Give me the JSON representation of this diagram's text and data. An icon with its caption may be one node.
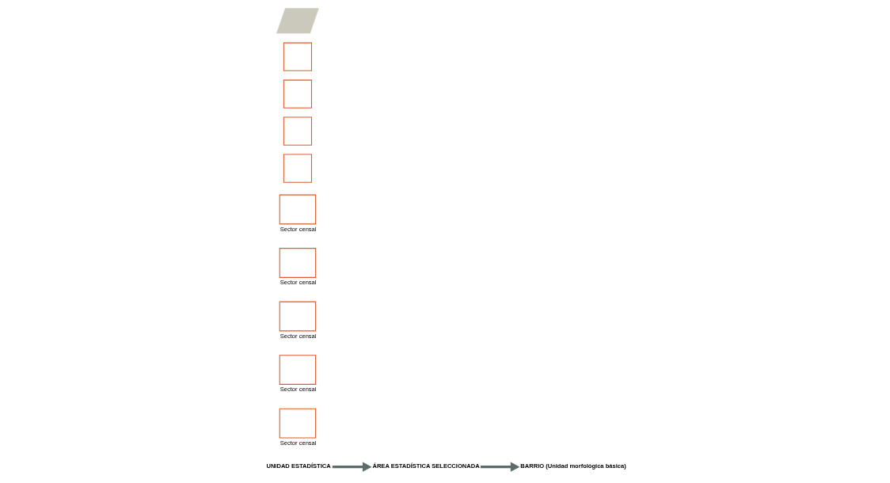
{
  "diagram": {
    "nodes": [
      {
        "text": [
          "UNIDAD ESTADÍSTICA"
        ]
      },
      {
        "text": [],
        "shape": "box",
        "beside": [
          "Sector censal"
        ]
      },
      {
        "text": [
          "ÁREA ESTADÍSTICA SELECCIONADA"
        ]
      },
      {
        "text": [],
        "shape": "box",
        "beside": [
          "Sector censal"
        ]
      },
      {
        "text": [],
        "shape": "box",
        "beside": [
          "Sector censal"
        ]
      },
      {
        "text": [],
        "shape": "box",
        "beside": [
          "Sector censal"
        ]
      },
      {
        "text": [],
        "shape": "box",
        "beside": [
          "Sector censal"
        ]
      },
      {
        "text": [
          "BARRIO (Unidad morfológica básica)"
        ]
      },
      {
        "text": [],
        "shape": "box"
      },
      {
        "text": [],
        "shape": "box"
      },
      {
        "text": [],
        "shape": "box"
      },
      {
        "text": [],
        "shape": "box"
      },
      {
        "text": [],
        "shape": "parallelogram"
      }
    ],
    "edges": [
      {
        "from": 0,
        "to": 2,
        "arrow": "to"
      },
      {
        "from": 2,
        "to": 7,
        "arrow": "to"
      }
    ]
  }
}
